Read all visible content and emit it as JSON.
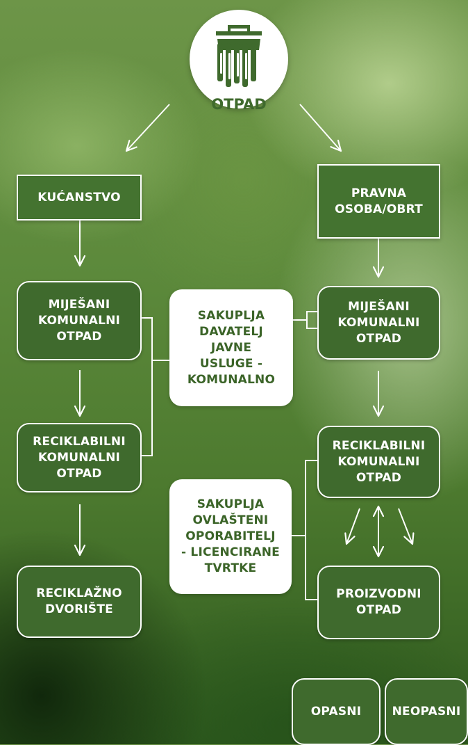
{
  "logo": {
    "label": "OTPAD",
    "icon": "trash-bin-icon"
  },
  "left_column": {
    "household": "KUĆANSTVO",
    "mixed_waste": [
      "MIJEŠANI",
      "KOMUNALNI",
      "OTPAD"
    ],
    "recyclable_waste": [
      "RECIKLABILNI",
      "KOMUNALNI",
      "OTPAD"
    ],
    "recycling_yard": [
      "RECIKLAŽNO",
      "DVORIŠTE"
    ]
  },
  "right_column": {
    "legal_entity": [
      "PRAVNA",
      "OSOBA/OBRT"
    ],
    "mixed_waste": [
      "MIJEŠANI",
      "KOMUNALNI",
      "OTPAD"
    ],
    "recyclable_waste": [
      "RECIKLABILNI",
      "KOMUNALNI",
      "OTPAD"
    ],
    "production_waste": [
      "PROIZVODNI",
      "OTPAD"
    ],
    "hazardous": "OPASNI",
    "non_hazardous": "NEOPASNI"
  },
  "collectors": {
    "public_service": [
      "SAKUPLJA",
      "DAVATELJ",
      "JAVNE",
      "USLUGE -",
      "KOMUNALNO"
    ],
    "authorized_recycler": [
      "SAKUPLJA",
      "OVLAŠTENI",
      "OPORABITELJ",
      "- LICENCIRANE",
      "TVRTKE"
    ]
  },
  "colors": {
    "box_green": "#3f6a2d",
    "text_green": "#3b6428",
    "line_white": "#ffffff"
  }
}
